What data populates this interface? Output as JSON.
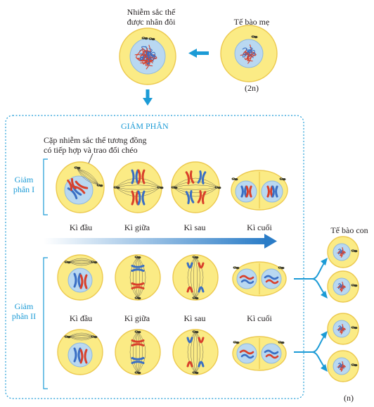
{
  "top": {
    "duplicated_label": "Nhiễm sắc thể\nđược nhân đôi",
    "parent_cell_label": "Tế bào mẹ",
    "parent_ploidy": "(2n)"
  },
  "meiosis": {
    "title": "GIẢM PHÂN",
    "callout": "Cặp nhiễm sắc thể tương đồng\ncó tiếp hợp và trao đổi chéo",
    "phase1_label": "Giảm\nphân I",
    "phase2_label": "Giảm\nphân II",
    "stages": [
      "Kì đầu",
      "Kì giữa",
      "Kì sau",
      "Kì cuối"
    ]
  },
  "daughter": {
    "label": "Tế bào con",
    "ploidy": "(n)"
  },
  "colors": {
    "cytoplasm": "#fbeb85",
    "membrane": "#ecc94f",
    "nucleus": "#b9d8f1",
    "maternal_chromosome": "#d9402b",
    "paternal_chromosome": "#3a6fc4",
    "accent": "#1c9bd6"
  }
}
